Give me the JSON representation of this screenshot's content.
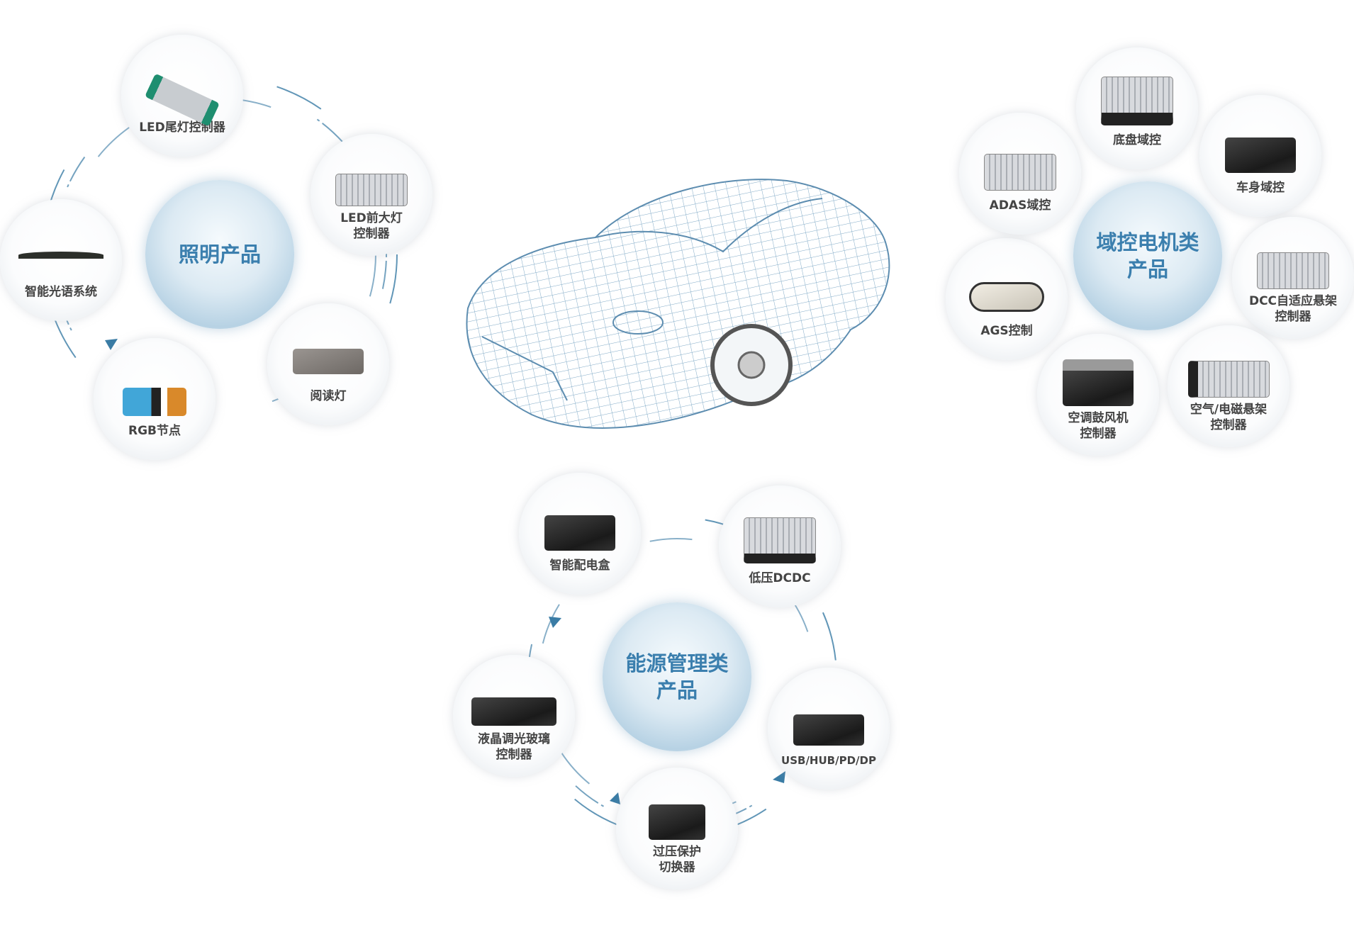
{
  "lighting": {
    "title": "照明产品",
    "items": [
      {
        "label": "LED尾灯控制器"
      },
      {
        "label": "LED前大灯",
        "label2": "控制器"
      },
      {
        "label": "阅读灯"
      },
      {
        "label": "RGB节点"
      },
      {
        "label": "智能光语系统"
      }
    ]
  },
  "domain": {
    "title": "域控电机类",
    "title2": "产品",
    "items": [
      {
        "label": "底盘域控"
      },
      {
        "label": "车身域控"
      },
      {
        "label": "DCC自适应悬架",
        "label2": "控制器"
      },
      {
        "label": "空气/电磁悬架",
        "label2": "控制器"
      },
      {
        "label": "空调鼓风机",
        "label2": "控制器"
      },
      {
        "label": "AGS控制"
      },
      {
        "label": "ADAS域控"
      }
    ]
  },
  "energy": {
    "title": "能源管理类",
    "title2": "产品",
    "items": [
      {
        "label": "智能配电盒"
      },
      {
        "label": "低压DCDC"
      },
      {
        "label": "USB/HUB/PD/DP"
      },
      {
        "label": "过压保护",
        "label2": "切换器"
      },
      {
        "label": "液晶调光玻璃",
        "label2": "控制器"
      }
    ]
  },
  "colors": {
    "accent": "#3b7fae",
    "arc": "#3a7ca5",
    "label": "#444444"
  }
}
